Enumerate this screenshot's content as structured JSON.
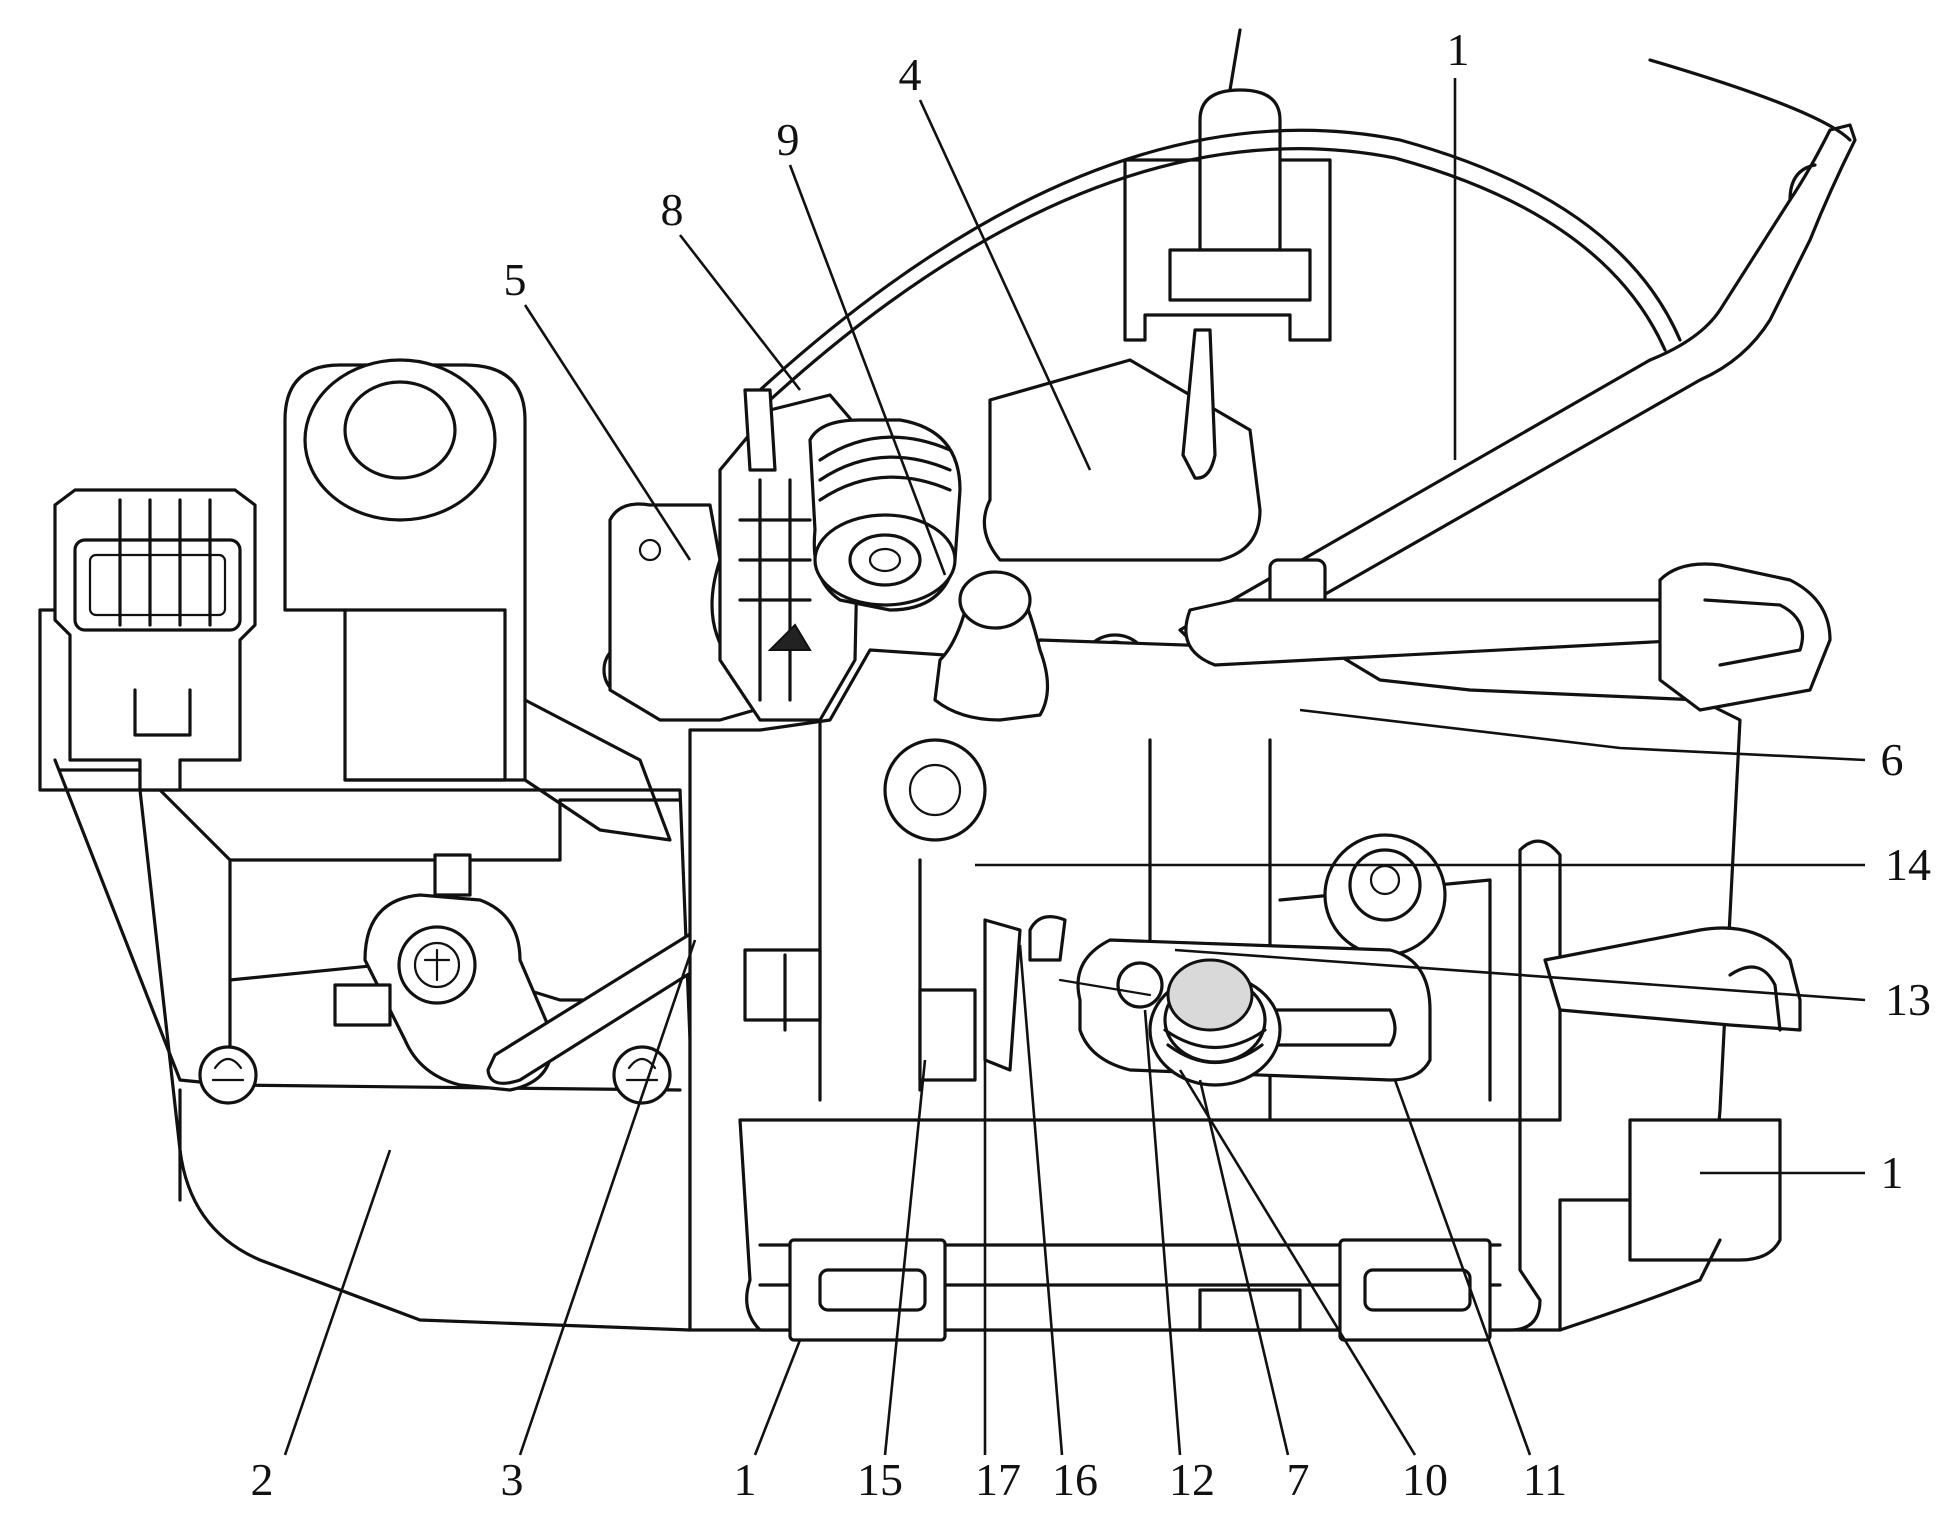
{
  "diagram": {
    "callouts": [
      {
        "id": "c-2",
        "label": "2"
      },
      {
        "id": "c-3",
        "label": "3"
      },
      {
        "id": "c-1-bottom",
        "label": "1"
      },
      {
        "id": "c-15",
        "label": "15"
      },
      {
        "id": "c-17",
        "label": "17"
      },
      {
        "id": "c-16",
        "label": "16"
      },
      {
        "id": "c-12",
        "label": "12"
      },
      {
        "id": "c-7",
        "label": "7"
      },
      {
        "id": "c-10",
        "label": "10"
      },
      {
        "id": "c-11",
        "label": "11"
      },
      {
        "id": "c-1-right",
        "label": "1"
      },
      {
        "id": "c-13",
        "label": "13"
      },
      {
        "id": "c-14",
        "label": "14"
      },
      {
        "id": "c-6",
        "label": "6"
      },
      {
        "id": "c-1-top",
        "label": "1"
      },
      {
        "id": "c-4",
        "label": "4"
      },
      {
        "id": "c-9",
        "label": "9"
      },
      {
        "id": "c-8",
        "label": "8"
      },
      {
        "id": "c-5",
        "label": "5"
      }
    ]
  }
}
